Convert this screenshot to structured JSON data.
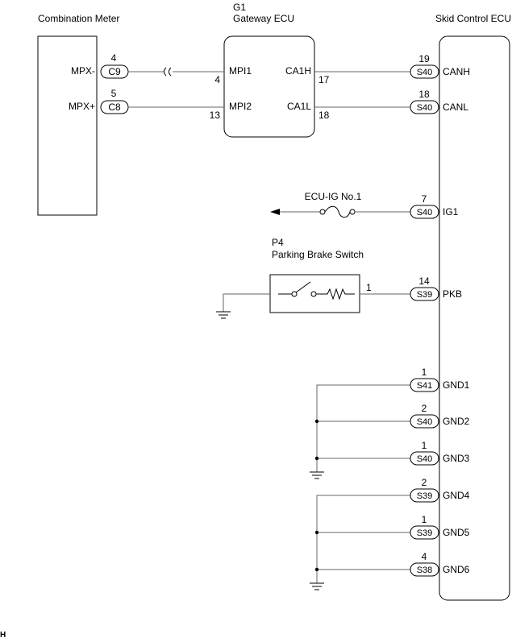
{
  "components": {
    "combination_meter": {
      "name": "Combination Meter"
    },
    "gateway_ecu": {
      "code": "G1",
      "name": "Gateway ECU"
    },
    "skid_control_ecu": {
      "name": "Skid Control ECU"
    },
    "parking_brake_switch": {
      "code": "P4",
      "name": "Parking Brake Switch"
    },
    "fuse": {
      "name": "ECU-IG No.1"
    }
  },
  "meter_pins": [
    {
      "label": "MPX-",
      "connector": "C9",
      "pin": "4"
    },
    {
      "label": "MPX+",
      "connector": "C8",
      "pin": "5"
    }
  ],
  "gateway_pins": [
    {
      "label": "MPI1",
      "pin": "4"
    },
    {
      "label": "MPI2",
      "pin": "13"
    },
    {
      "label": "CA1H",
      "pin": "17"
    },
    {
      "label": "CA1L",
      "pin": "18"
    }
  ],
  "skid_pins": [
    {
      "label": "CANH",
      "connector": "S40",
      "pin": "19"
    },
    {
      "label": "CANL",
      "connector": "S40",
      "pin": "18"
    },
    {
      "label": "IG1",
      "connector": "S40",
      "pin": "7"
    },
    {
      "label": "PKB",
      "connector": "S39",
      "pin": "14"
    },
    {
      "label": "GND1",
      "connector": "S41",
      "pin": "1"
    },
    {
      "label": "GND2",
      "connector": "S40",
      "pin": "2"
    },
    {
      "label": "GND3",
      "connector": "S40",
      "pin": "1"
    },
    {
      "label": "GND4",
      "connector": "S39",
      "pin": "2"
    },
    {
      "label": "GND5",
      "connector": "S39",
      "pin": "1"
    },
    {
      "label": "GND6",
      "connector": "S38",
      "pin": "4"
    }
  ],
  "switch_pin": "1",
  "figure_code": "H"
}
